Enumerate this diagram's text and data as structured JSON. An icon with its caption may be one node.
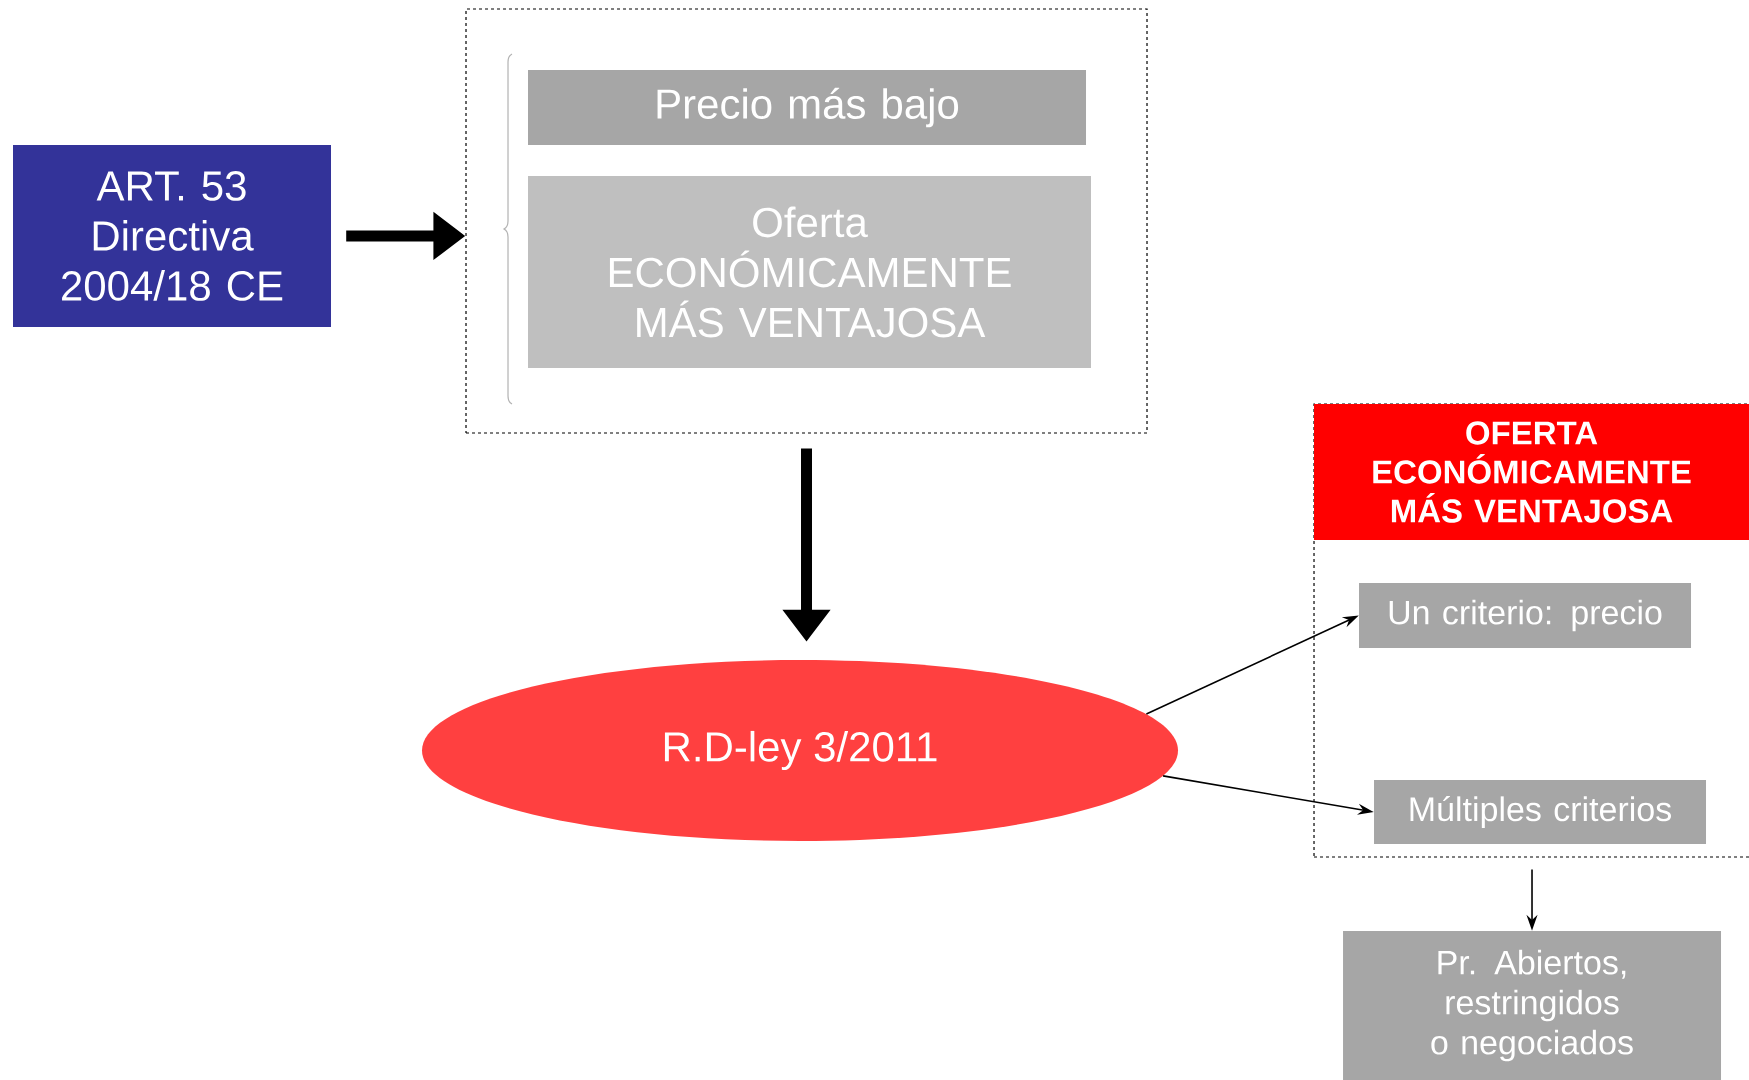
{
  "diagram": {
    "nodes": [
      {
        "text": [
          "ART. 53 Directiva 2004/18 CE"
        ]
      },
      {
        "text": [],
        "shape": "box"
      },
      {
        "text": [
          "Precio más bajo"
        ],
        "in": 1
      },
      {
        "text": [
          "Oferta ECONÓMICAMENTE MÁS VENTAJOSA"
        ],
        "in": 1
      },
      {
        "text": [
          "R.D-ley 3/2011"
        ]
      },
      {
        "text": [
          "OFERTA ECONÓMICAMENTE MÁS VENTAJOSA"
        ]
      },
      {
        "text": [
          "Un criterio: precio"
        ],
        "in": 5
      },
      {
        "text": [
          "Múltiples criterios"
        ],
        "in": 5
      },
      {
        "text": [
          "Pr. Abiertos, restringidos o negociados"
        ]
      }
    ],
    "edges": [
      {
        "from": 0,
        "to": 1,
        "arrow": "to",
        "style": "thick"
      },
      {
        "from": 1,
        "to": 4,
        "arrow": "to",
        "style": "thick"
      },
      {
        "from": 4,
        "to": 6,
        "arrow": "to"
      },
      {
        "from": 4,
        "to": 7,
        "arrow": "to"
      },
      {
        "from": 5,
        "to": 8,
        "arrow": "to"
      }
    ]
  }
}
